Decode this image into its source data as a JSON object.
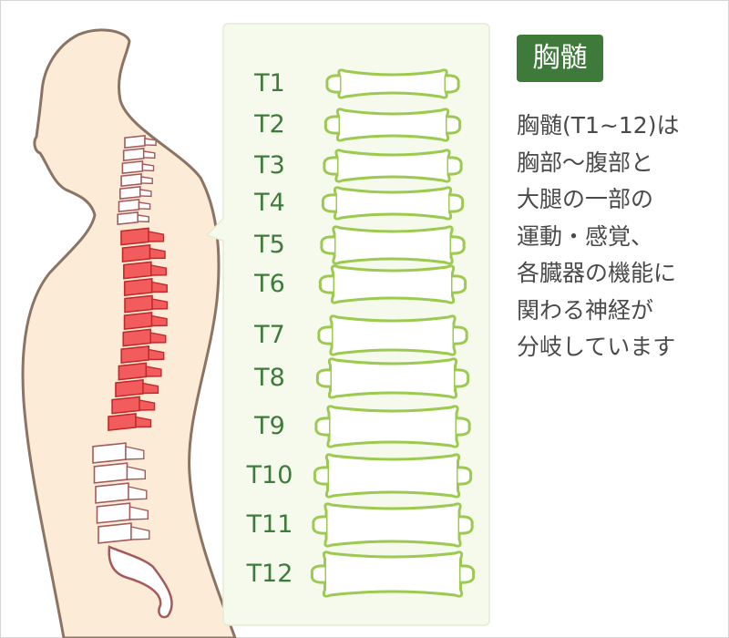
{
  "section": {
    "title": "胸髄",
    "description": [
      "胸髄(T1~12)は",
      "胸部〜腹部と",
      "大腿の一部の",
      "運動・感覚、",
      "各臓器の機能に",
      "関わる神経が",
      "分岐しています"
    ]
  },
  "levels": [
    "T1",
    "T2",
    "T3",
    "T4",
    "T5",
    "T6",
    "T7",
    "T8",
    "T9",
    "T10",
    "T11",
    "T12"
  ],
  "colors": {
    "thoracic_highlight": "#f25c5c",
    "vertebra_outline_green": "#9cc94f",
    "label_green": "#3e7a3a",
    "skin": "#fcecd7",
    "skin_outline": "#8b7464",
    "bone_outline": "#a45a5a",
    "panel_bg": "#f6faed"
  }
}
